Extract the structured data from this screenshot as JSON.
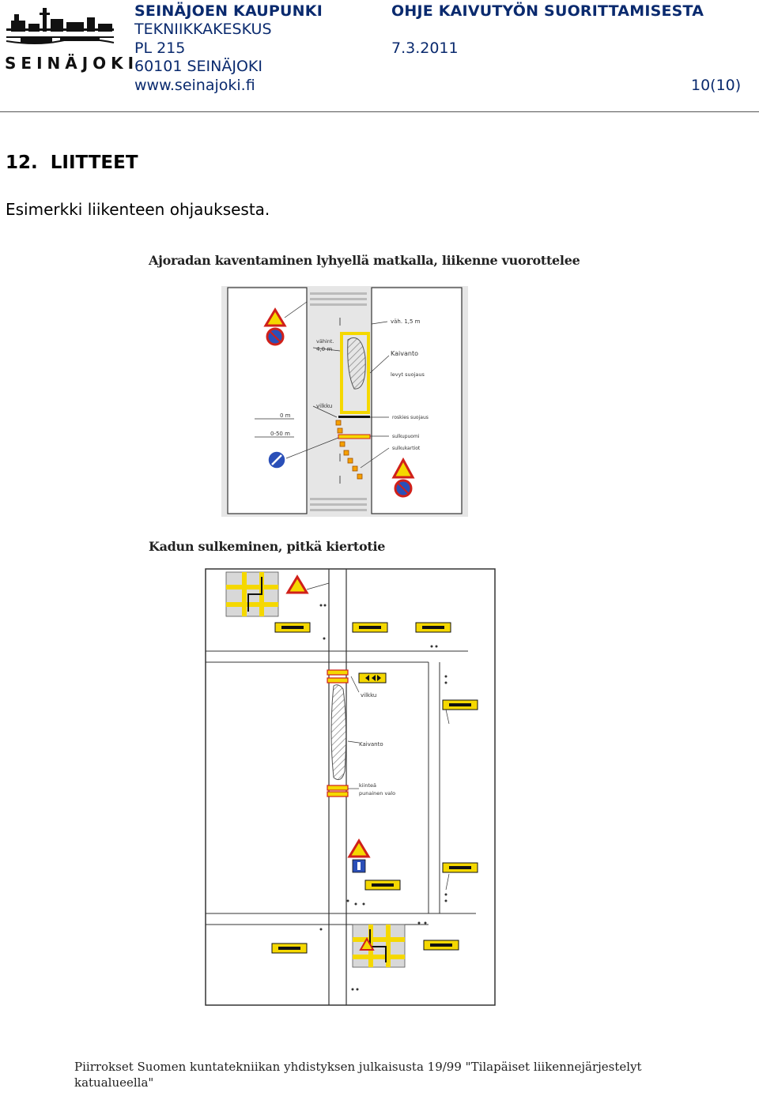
{
  "header": {
    "org": "SEINÄJOEN KAUPUNKI",
    "dept": "TEKNIIKKAKESKUS",
    "po_box": "PL 215",
    "city": "60101 SEINÄJOKI",
    "web": "www.seinajoki.fi",
    "doc_title": "OHJE KAIVUTYÖN SUORITTAMISESTA",
    "date": "7.3.2011",
    "page": "10(10)",
    "logo_text": "SEINÄJOKI"
  },
  "section": {
    "heading": "12.  LIITTEET",
    "intro": "Esimerkki liikenteen ohjauksesta."
  },
  "figure1": {
    "title": "Ajoradan kaventaminen lyhyellä matkalla, liikenne vuorottelee",
    "labels": {
      "vah": "väh. 1,5 m",
      "kaivanto": "Kaivanto",
      "levyt": "levyt suojaus",
      "vahint": "vähint.",
      "vahint_val": "4,0 m",
      "vilkku": "vilkku",
      "zero": "0 m",
      "zero_fifty": "0-50 m",
      "roskies": "roskies suojaus",
      "sulkupuomi": "sulkupuomi",
      "sulkukartiot": "sulkukartiot"
    }
  },
  "figure2": {
    "title": "Kadun sulkeminen, pitkä kiertotie",
    "labels": {
      "vilkku": "vilkku",
      "kaivanto": "Kaivanto",
      "kiintea": "kiinteä",
      "punainen": "punainen valo"
    }
  },
  "caption": {
    "line1": "Piirrokset Suomen kuntatekniikan yhdistyksen julkaisusta 19/99 \"Tilapäiset liikennejärjestelyt",
    "line2": "katualueella\""
  },
  "colors": {
    "header_blue": "#0a2a6e",
    "sign_yellow": "#f5d800",
    "sign_red": "#d0201a",
    "sign_blue": "#2a4fb8"
  }
}
